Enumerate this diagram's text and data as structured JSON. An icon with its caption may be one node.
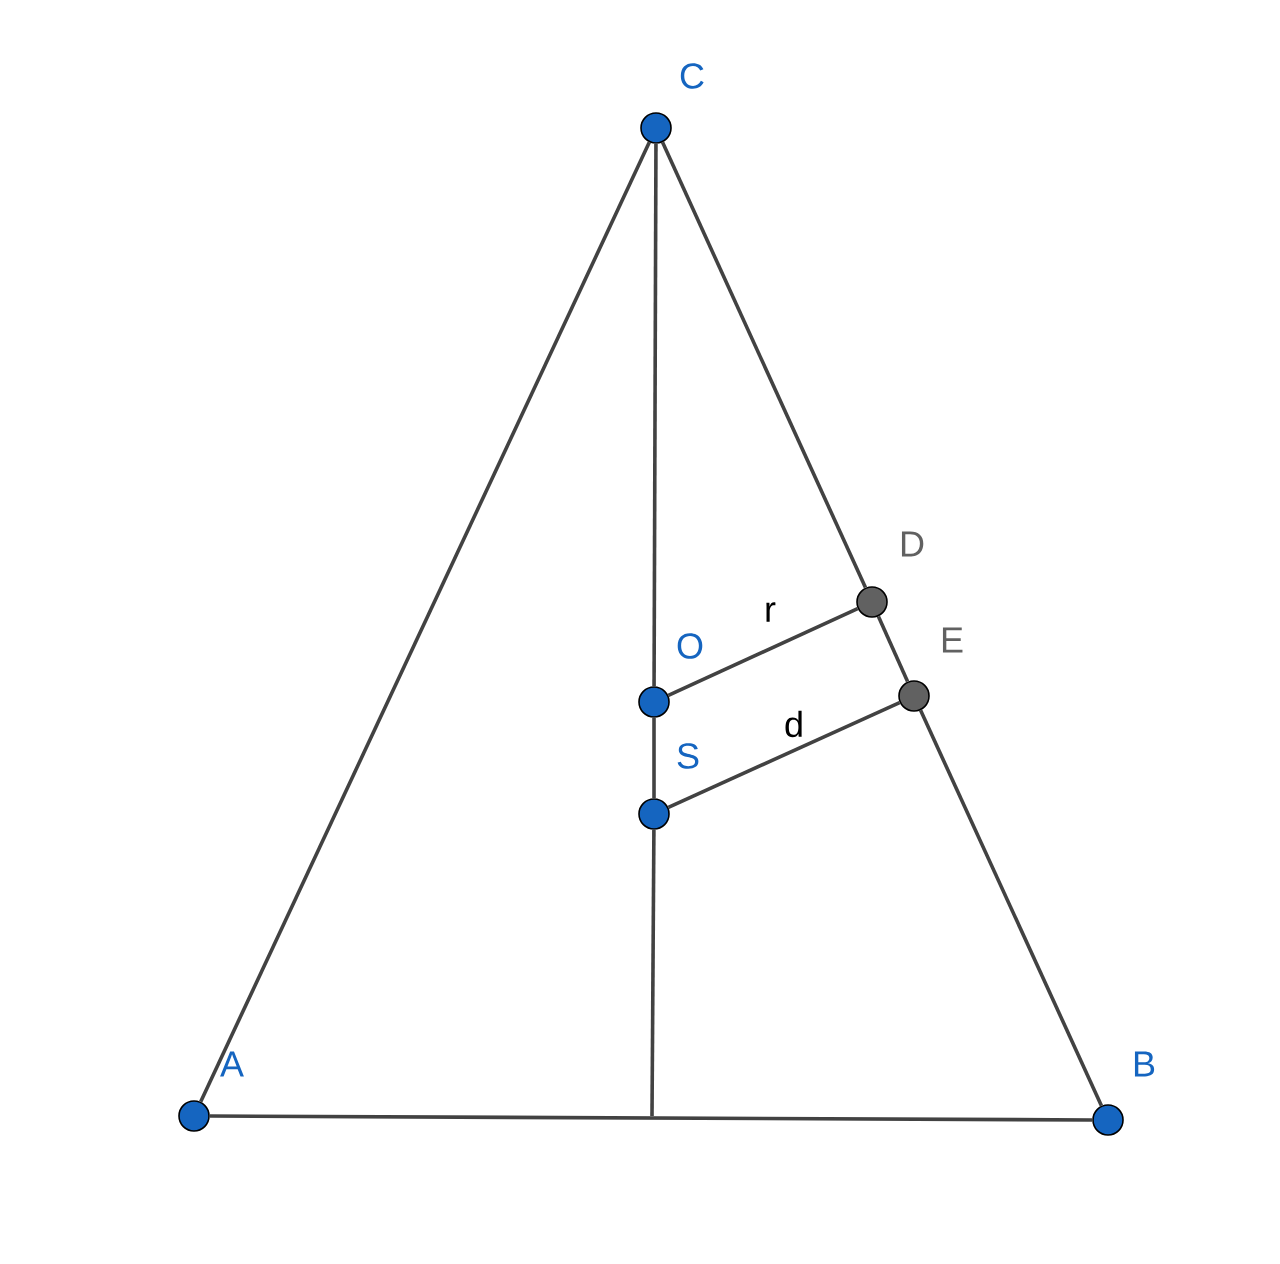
{
  "diagram": {
    "nodes": [
      {
        "text": [
          "C"
        ]
      },
      {
        "text": [
          "D"
        ]
      },
      {
        "text": [
          "O"
        ]
      },
      {
        "text": [
          "E"
        ]
      },
      {
        "text": [
          "S"
        ]
      },
      {
        "text": [
          "A"
        ]
      },
      {
        "text": [
          "B"
        ]
      }
    ],
    "edges": [
      {
        "from": 5,
        "to": 6,
        "arrow": "none"
      },
      {
        "from": 5,
        "to": 0,
        "arrow": "none"
      },
      {
        "from": 0,
        "to": 1,
        "arrow": "none"
      },
      {
        "from": 1,
        "to": 3,
        "arrow": "none"
      },
      {
        "from": 3,
        "to": 6,
        "arrow": "none"
      },
      {
        "from": 0,
        "to": 2,
        "arrow": "none"
      },
      {
        "from": 2,
        "to": 4,
        "arrow": "none"
      },
      {
        "from": 4,
        "to": null,
        "arrow": "none"
      },
      {
        "from": 2,
        "to": 1,
        "arrow": "none",
        "label": "r"
      },
      {
        "from": 4,
        "to": 3,
        "arrow": "none",
        "label": "d"
      }
    ]
  }
}
